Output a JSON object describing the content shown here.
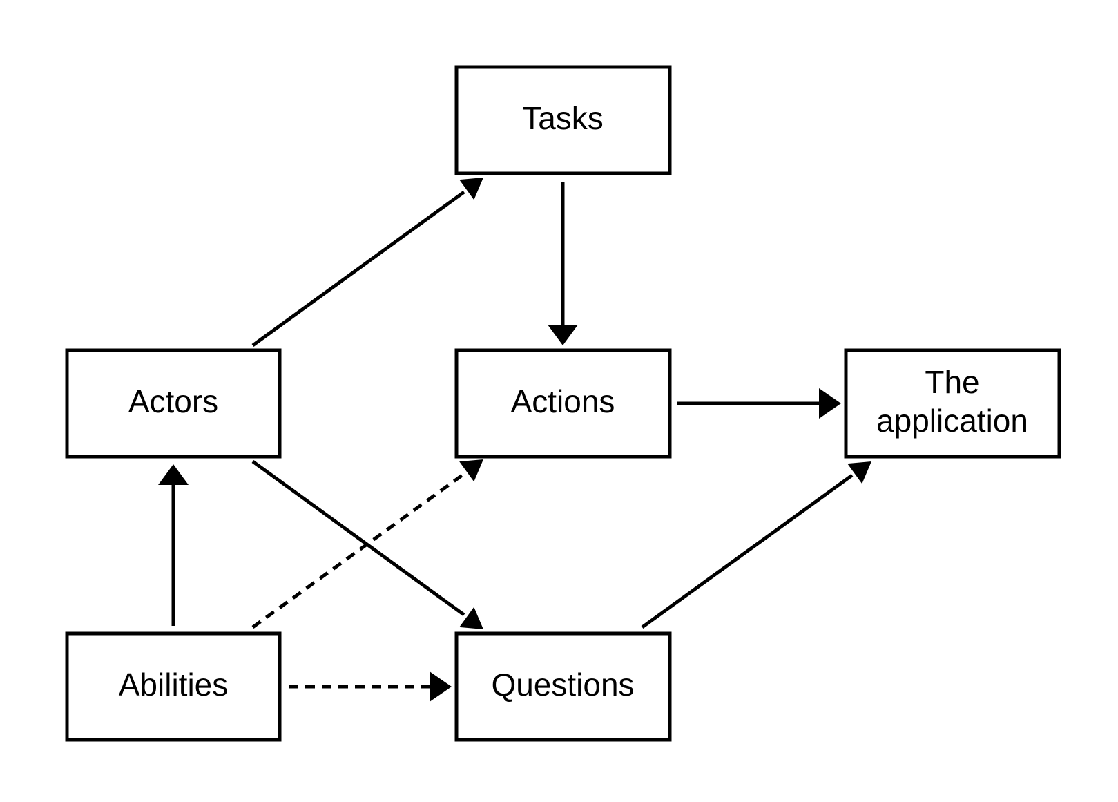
{
  "diagram": {
    "nodes": {
      "tasks": {
        "label": "Tasks"
      },
      "actors": {
        "label": "Actors"
      },
      "actions": {
        "label": "Actions"
      },
      "application": {
        "label_line1": "The",
        "label_line2": "application"
      },
      "abilities": {
        "label": "Abilities"
      },
      "questions": {
        "label": "Questions"
      }
    },
    "edges": [
      {
        "from": "actors",
        "to": "tasks",
        "style": "solid"
      },
      {
        "from": "tasks",
        "to": "actions",
        "style": "solid"
      },
      {
        "from": "actions",
        "to": "application",
        "style": "solid"
      },
      {
        "from": "actors",
        "to": "questions",
        "style": "solid"
      },
      {
        "from": "questions",
        "to": "application",
        "style": "solid"
      },
      {
        "from": "abilities",
        "to": "actors",
        "style": "solid"
      },
      {
        "from": "abilities",
        "to": "actions",
        "style": "dashed"
      },
      {
        "from": "abilities",
        "to": "questions",
        "style": "dashed"
      }
    ],
    "colors": {
      "stroke": "#000000",
      "background": "#ffffff"
    }
  }
}
